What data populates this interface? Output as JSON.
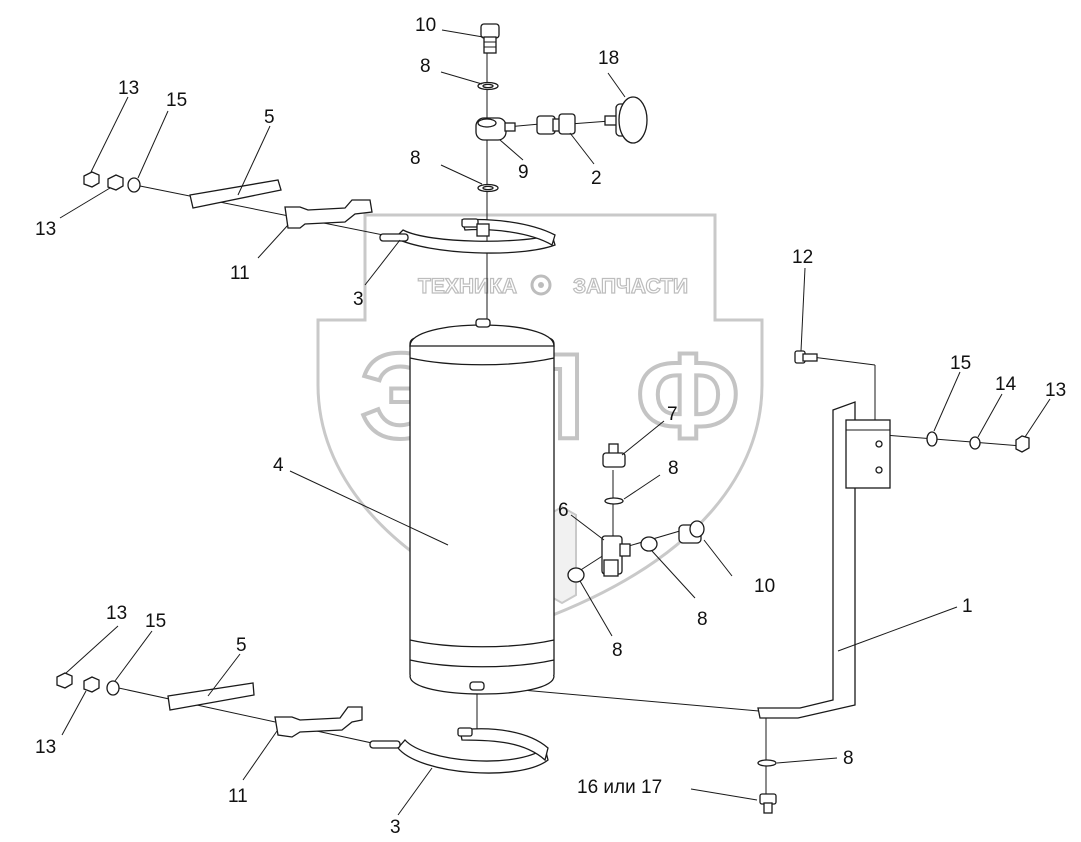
{
  "watermark": {
    "left_word": "ТЕХНИКА",
    "right_word": "ЗАПЧАСТИ",
    "logo": "ЭПФ"
  },
  "labels": [
    {
      "id": "10a",
      "text": "10"
    },
    {
      "id": "18",
      "text": "18"
    },
    {
      "id": "8a",
      "text": "8"
    },
    {
      "id": "8b",
      "text": "8"
    },
    {
      "id": "9",
      "text": "9"
    },
    {
      "id": "2",
      "text": "2"
    },
    {
      "id": "13a",
      "text": "13"
    },
    {
      "id": "15a",
      "text": "15"
    },
    {
      "id": "5a",
      "text": "5"
    },
    {
      "id": "13b",
      "text": "13"
    },
    {
      "id": "11a",
      "text": "11"
    },
    {
      "id": "3a",
      "text": "3"
    },
    {
      "id": "12",
      "text": "12"
    },
    {
      "id": "15b",
      "text": "15"
    },
    {
      "id": "14",
      "text": "14"
    },
    {
      "id": "13c",
      "text": "13"
    },
    {
      "id": "7",
      "text": "7"
    },
    {
      "id": "4",
      "text": "4"
    },
    {
      "id": "8c",
      "text": "8"
    },
    {
      "id": "6",
      "text": "6"
    },
    {
      "id": "10b",
      "text": "10"
    },
    {
      "id": "8d",
      "text": "8"
    },
    {
      "id": "8e",
      "text": "8"
    },
    {
      "id": "1",
      "text": "1"
    },
    {
      "id": "13d",
      "text": "13"
    },
    {
      "id": "15c",
      "text": "15"
    },
    {
      "id": "5b",
      "text": "5"
    },
    {
      "id": "13e",
      "text": "13"
    },
    {
      "id": "11b",
      "text": "11"
    },
    {
      "id": "3b",
      "text": "3"
    },
    {
      "id": "8f",
      "text": "8"
    },
    {
      "id": "1617",
      "text": "16 или 17"
    }
  ]
}
